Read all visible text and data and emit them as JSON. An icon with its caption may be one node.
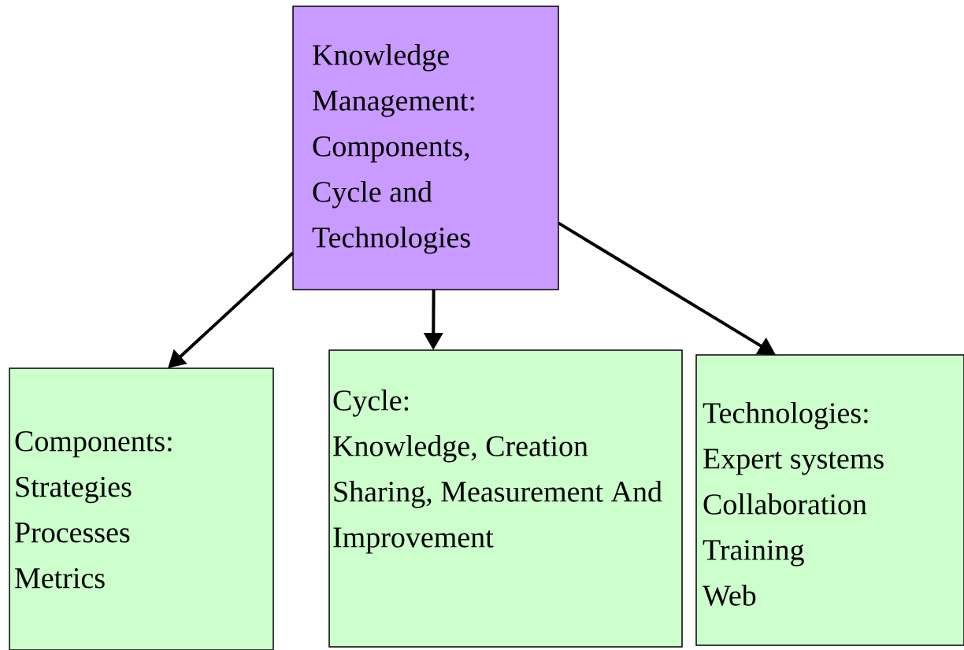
{
  "diagram": {
    "nodes": [
      {
        "text": [
          "Knowledge Management: Components, Cycle and Technologies"
        ]
      },
      {
        "text": [
          "Components:",
          "Strategies",
          "Processes",
          "Metrics"
        ]
      },
      {
        "text": [
          "Cycle:",
          "Knowledge, Creation Sharing, Measurement And Improvement"
        ]
      },
      {
        "text": [
          "Technologies:",
          "Expert systems",
          "Collaboration",
          "Training",
          "Web"
        ]
      }
    ],
    "edges": [
      {
        "from": 0,
        "to": 1,
        "arrow": "to"
      },
      {
        "from": 0,
        "to": 2,
        "arrow": "to"
      },
      {
        "from": 0,
        "to": 3,
        "arrow": "to"
      }
    ]
  }
}
